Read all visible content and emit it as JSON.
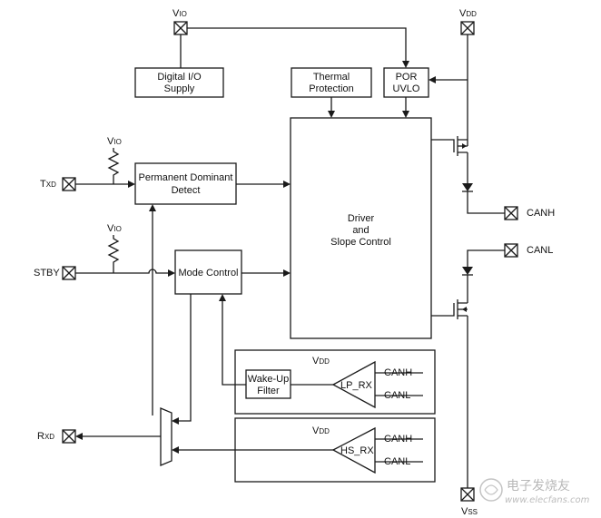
{
  "pins": {
    "vio_top": {
      "main": "V",
      "sub": "IO"
    },
    "vdd_top": {
      "main": "V",
      "sub": "DD"
    },
    "txd": {
      "main": "T",
      "sub": "XD"
    },
    "stby": "STBY",
    "rxd": {
      "main": "R",
      "sub": "XD"
    },
    "canh": "CANH",
    "canl": "CANL",
    "vss": {
      "main": "V",
      "sub": "SS"
    },
    "vio_txd": {
      "main": "V",
      "sub": "IO"
    },
    "vio_stby": {
      "main": "V",
      "sub": "IO"
    }
  },
  "blocks": {
    "digital_io": {
      "line1": "Digital I/O",
      "line2": "Supply"
    },
    "thermal": {
      "line1": "Thermal",
      "line2": "Protection"
    },
    "por": {
      "line1": "POR",
      "line2": "UVLO"
    },
    "pdd": {
      "line1": "Permanent Dominant",
      "line2": "Detect"
    },
    "driver": {
      "line1": "Driver",
      "line2": "and",
      "line3": "Slope Control"
    },
    "mode": "Mode Control",
    "wakeup": {
      "line1": "Wake-Up",
      "line2": "Filter"
    }
  },
  "receivers": {
    "lp": {
      "supply": {
        "main": "V",
        "sub": "DD"
      },
      "label": "LP_RX",
      "in_h": "CANH",
      "in_l": "CANL"
    },
    "hs": {
      "supply": {
        "main": "V",
        "sub": "DD"
      },
      "label": "HS_RX",
      "in_h": "CANH",
      "in_l": "CANL"
    }
  },
  "watermark": {
    "cn": "电子发烧友",
    "url": "www.elecfans.com"
  }
}
